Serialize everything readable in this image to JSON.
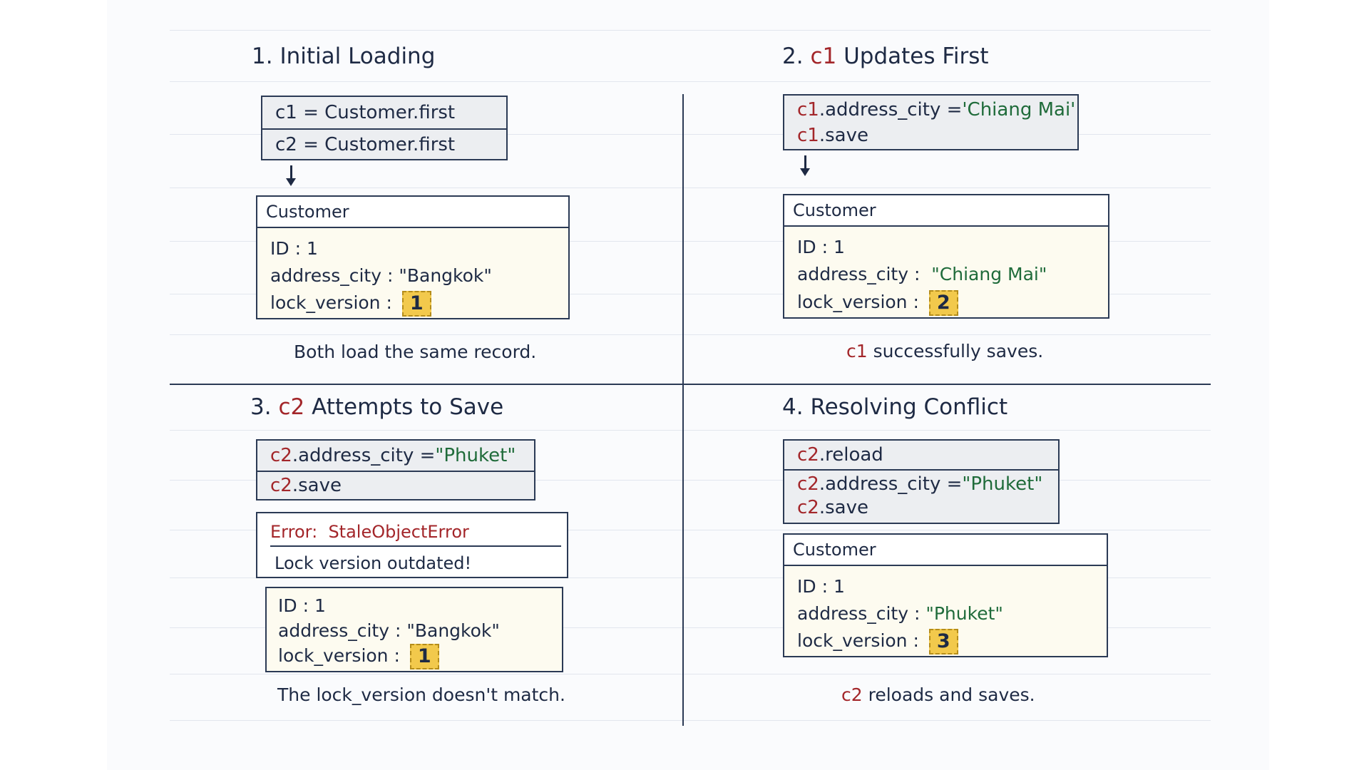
{
  "panels": {
    "p1": {
      "title_num": "1.",
      "title_text": "Initial Loading",
      "code": [
        "c1 = Customer.first",
        "c2 = Customer.first"
      ],
      "entity": {
        "name": "Customer",
        "id_label": "ID",
        "id_value": "1",
        "city_label": "address_city",
        "city_value": "\"Bangkok\"",
        "lock_label": "lock_version",
        "lock_value": "1"
      },
      "caption": "Both load the same record."
    },
    "p2": {
      "title_num": "2.",
      "title_var": "c1",
      "title_text": "Updates First",
      "code": {
        "l1_var": "c1",
        "l1_rest": ".address_city = ",
        "l1_str": "'Chiang Mai'",
        "l2_var": "c1",
        "l2_rest": ".save"
      },
      "entity": {
        "name": "Customer",
        "id_label": "ID",
        "id_value": "1",
        "city_label": "address_city",
        "city_value": "\"Chiang Mai\"",
        "lock_label": "lock_version",
        "lock_value": "2"
      },
      "caption_var": "c1",
      "caption": "successfully saves."
    },
    "p3": {
      "title_num": "3.",
      "title_var": "c2",
      "title_text": "Attempts to Save",
      "code": {
        "l1_var": "c2",
        "l1_rest": ".address_city = ",
        "l1_str": "\"Phuket\"",
        "l2_var": "c2",
        "l2_rest": ".save"
      },
      "error": {
        "label": "Error:",
        "type": "StaleObjectError",
        "message": "Lock version outdated!"
      },
      "record": {
        "id_label": "ID",
        "id_value": "1",
        "city_label": "address_city",
        "city_value": "\"Bangkok\"",
        "lock_label": "lock_version",
        "lock_value": "1"
      },
      "caption": "The lock_version doesn't match."
    },
    "p4": {
      "title_num": "4.",
      "title_text": "Resolving Conflict",
      "code": {
        "l1_var": "c2",
        "l1_rest": ".reload",
        "l2_var": "c2",
        "l2_rest": ".address_city = ",
        "l2_str": "\"Phuket\"",
        "l3_var": "c2",
        "l3_rest": ".save"
      },
      "entity": {
        "name": "Customer",
        "id_label": "ID",
        "id_value": "1",
        "city_label": "address_city",
        "city_value": "\"Phuket\"",
        "lock_label": "lock_version",
        "lock_value": "3"
      },
      "caption_var": "c2",
      "caption": "reloads and saves."
    }
  },
  "colors": {
    "ink": "#1e2a44",
    "variable_red": "#a3262a",
    "string_green": "#1f6b3a",
    "badge_yellow": "#f2c94c"
  }
}
